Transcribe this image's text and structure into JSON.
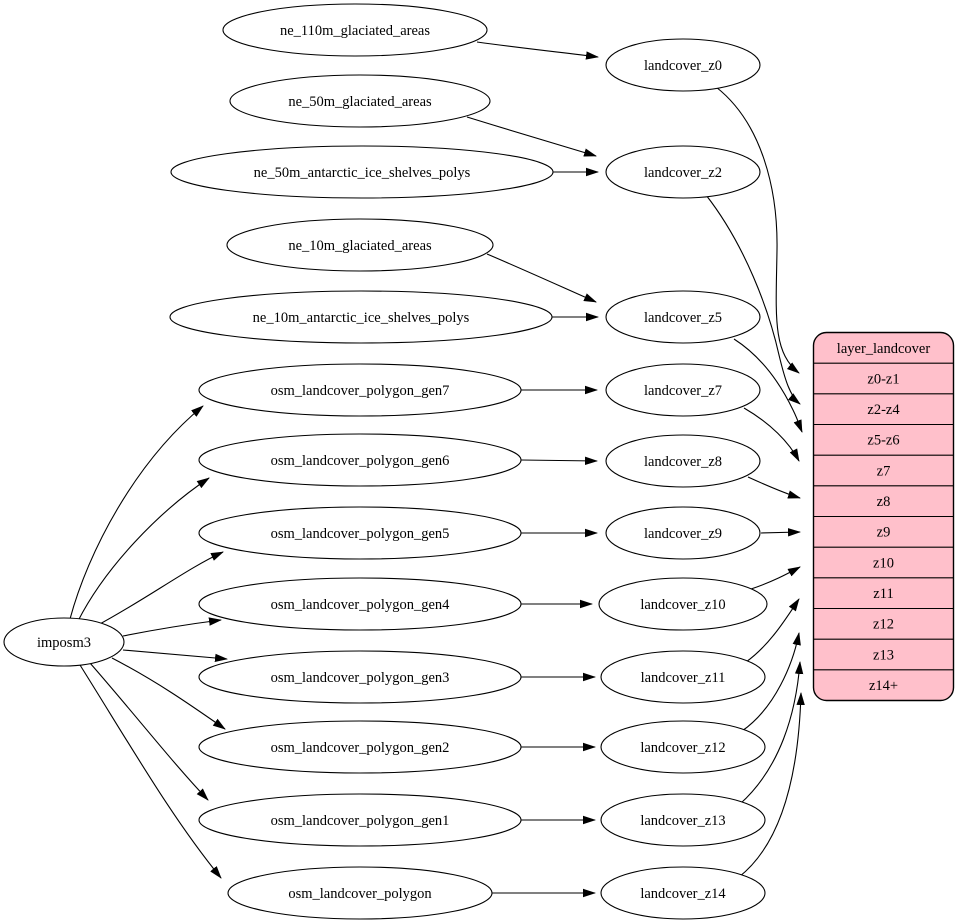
{
  "diagram": {
    "kind": "dataflow-graph",
    "colors": {
      "table_fill": "#ffc0cb",
      "node_fill": "#ffffff",
      "line": "#000000"
    }
  },
  "nodes": {
    "imposm3": "imposm3",
    "ne110m_glac": "ne_110m_glaciated_areas",
    "ne50m_glac": "ne_50m_glaciated_areas",
    "ne50m_ice": "ne_50m_antarctic_ice_shelves_polys",
    "ne10m_glac": "ne_10m_glaciated_areas",
    "ne10m_ice": "ne_10m_antarctic_ice_shelves_polys",
    "gen7": "osm_landcover_polygon_gen7",
    "gen6": "osm_landcover_polygon_gen6",
    "gen5": "osm_landcover_polygon_gen5",
    "gen4": "osm_landcover_polygon_gen4",
    "gen3": "osm_landcover_polygon_gen3",
    "gen2": "osm_landcover_polygon_gen2",
    "gen1": "osm_landcover_polygon_gen1",
    "poly": "osm_landcover_polygon",
    "z0": "landcover_z0",
    "z2": "landcover_z2",
    "z5": "landcover_z5",
    "z7": "landcover_z7",
    "z8": "landcover_z8",
    "z9": "landcover_z9",
    "z10": "landcover_z10",
    "z11": "landcover_z11",
    "z12": "landcover_z12",
    "z13": "landcover_z13",
    "z14": "landcover_z14"
  },
  "table": {
    "title": "layer_landcover",
    "rows": [
      "z0-z1",
      "z2-z4",
      "z5-z6",
      "z7",
      "z8",
      "z9",
      "z10",
      "z11",
      "z12",
      "z13",
      "z14+"
    ]
  }
}
